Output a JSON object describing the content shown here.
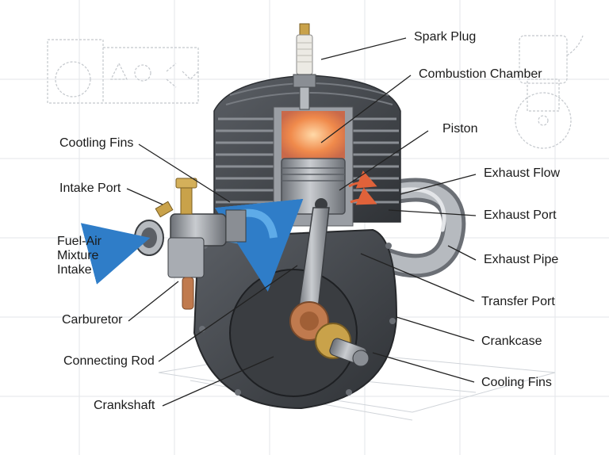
{
  "labels": {
    "spark_plug": "Spark Plug",
    "combustion_chamber": "Combustion Chamber",
    "piston": "Piston",
    "exhaust_flow": "Exhaust Flow",
    "exhaust_port": "Exhaust Port",
    "exhaust_pipe": "Exhaust Pipe",
    "transfer_port": "Transfer Port",
    "crankcase": "Crankcase",
    "cooling_fins_bottom": "Cooling Fins",
    "cooling_fins_top": "Cootling Fins",
    "intake_port": "Intake Port",
    "fuel_air_intake": "Fuel-Air Mixture Intake",
    "carburetor": "Carburetor",
    "connecting_rod": "Connecting Rod",
    "crankshaft": "Crankshaft"
  },
  "colors": {
    "metal_dark": "#4a4d52",
    "metal_mid": "#8a8e94",
    "metal_light": "#c9ccd0",
    "brass": "#c9a24a",
    "copper": "#c07a4e",
    "intake_blue": "#3a8fd8",
    "combustion_orange": "#f08a4b",
    "grid": "#d9dde2"
  }
}
